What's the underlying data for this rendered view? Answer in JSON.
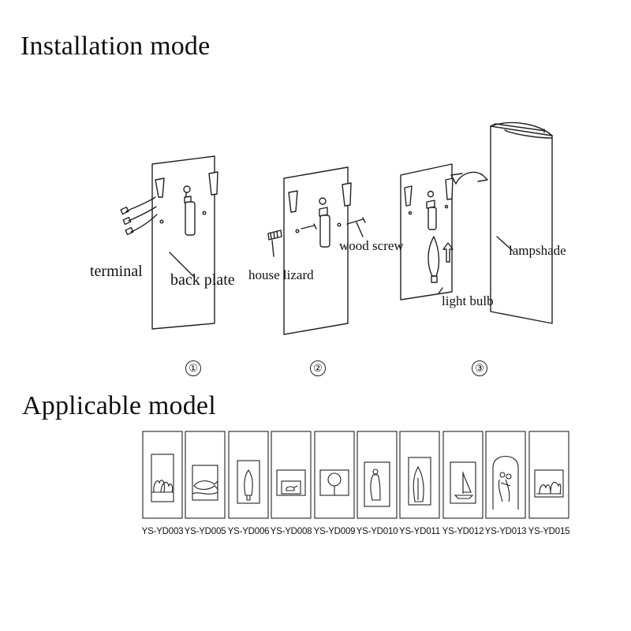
{
  "headings": {
    "installation": "Installation mode",
    "applicable": "Applicable model"
  },
  "labels": {
    "terminal": "terminal",
    "back_plate": "back plate",
    "house_lizard": "house lizard",
    "wood_screw": "wood screw",
    "lampshade": "lampshade",
    "light_bulb": "light bulb"
  },
  "steps": [
    "①",
    "②",
    "③"
  ],
  "models": [
    {
      "code": "YS-YD003",
      "icon": "two-figures-trees-icon"
    },
    {
      "code": "YS-YD005",
      "icon": "fish-icon"
    },
    {
      "code": "YS-YD006",
      "icon": "tree-icon"
    },
    {
      "code": "YS-YD008",
      "icon": "teapot-icon"
    },
    {
      "code": "YS-YD009",
      "icon": "round-tree-icon"
    },
    {
      "code": "YS-YD010",
      "icon": "figure-icon"
    },
    {
      "code": "YS-YD011",
      "icon": "cypress-icon"
    },
    {
      "code": "YS-YD012",
      "icon": "sailboat-icon"
    },
    {
      "code": "YS-YD013",
      "icon": "couple-arch-icon"
    },
    {
      "code": "YS-YD015",
      "icon": "trees-icon"
    }
  ]
}
